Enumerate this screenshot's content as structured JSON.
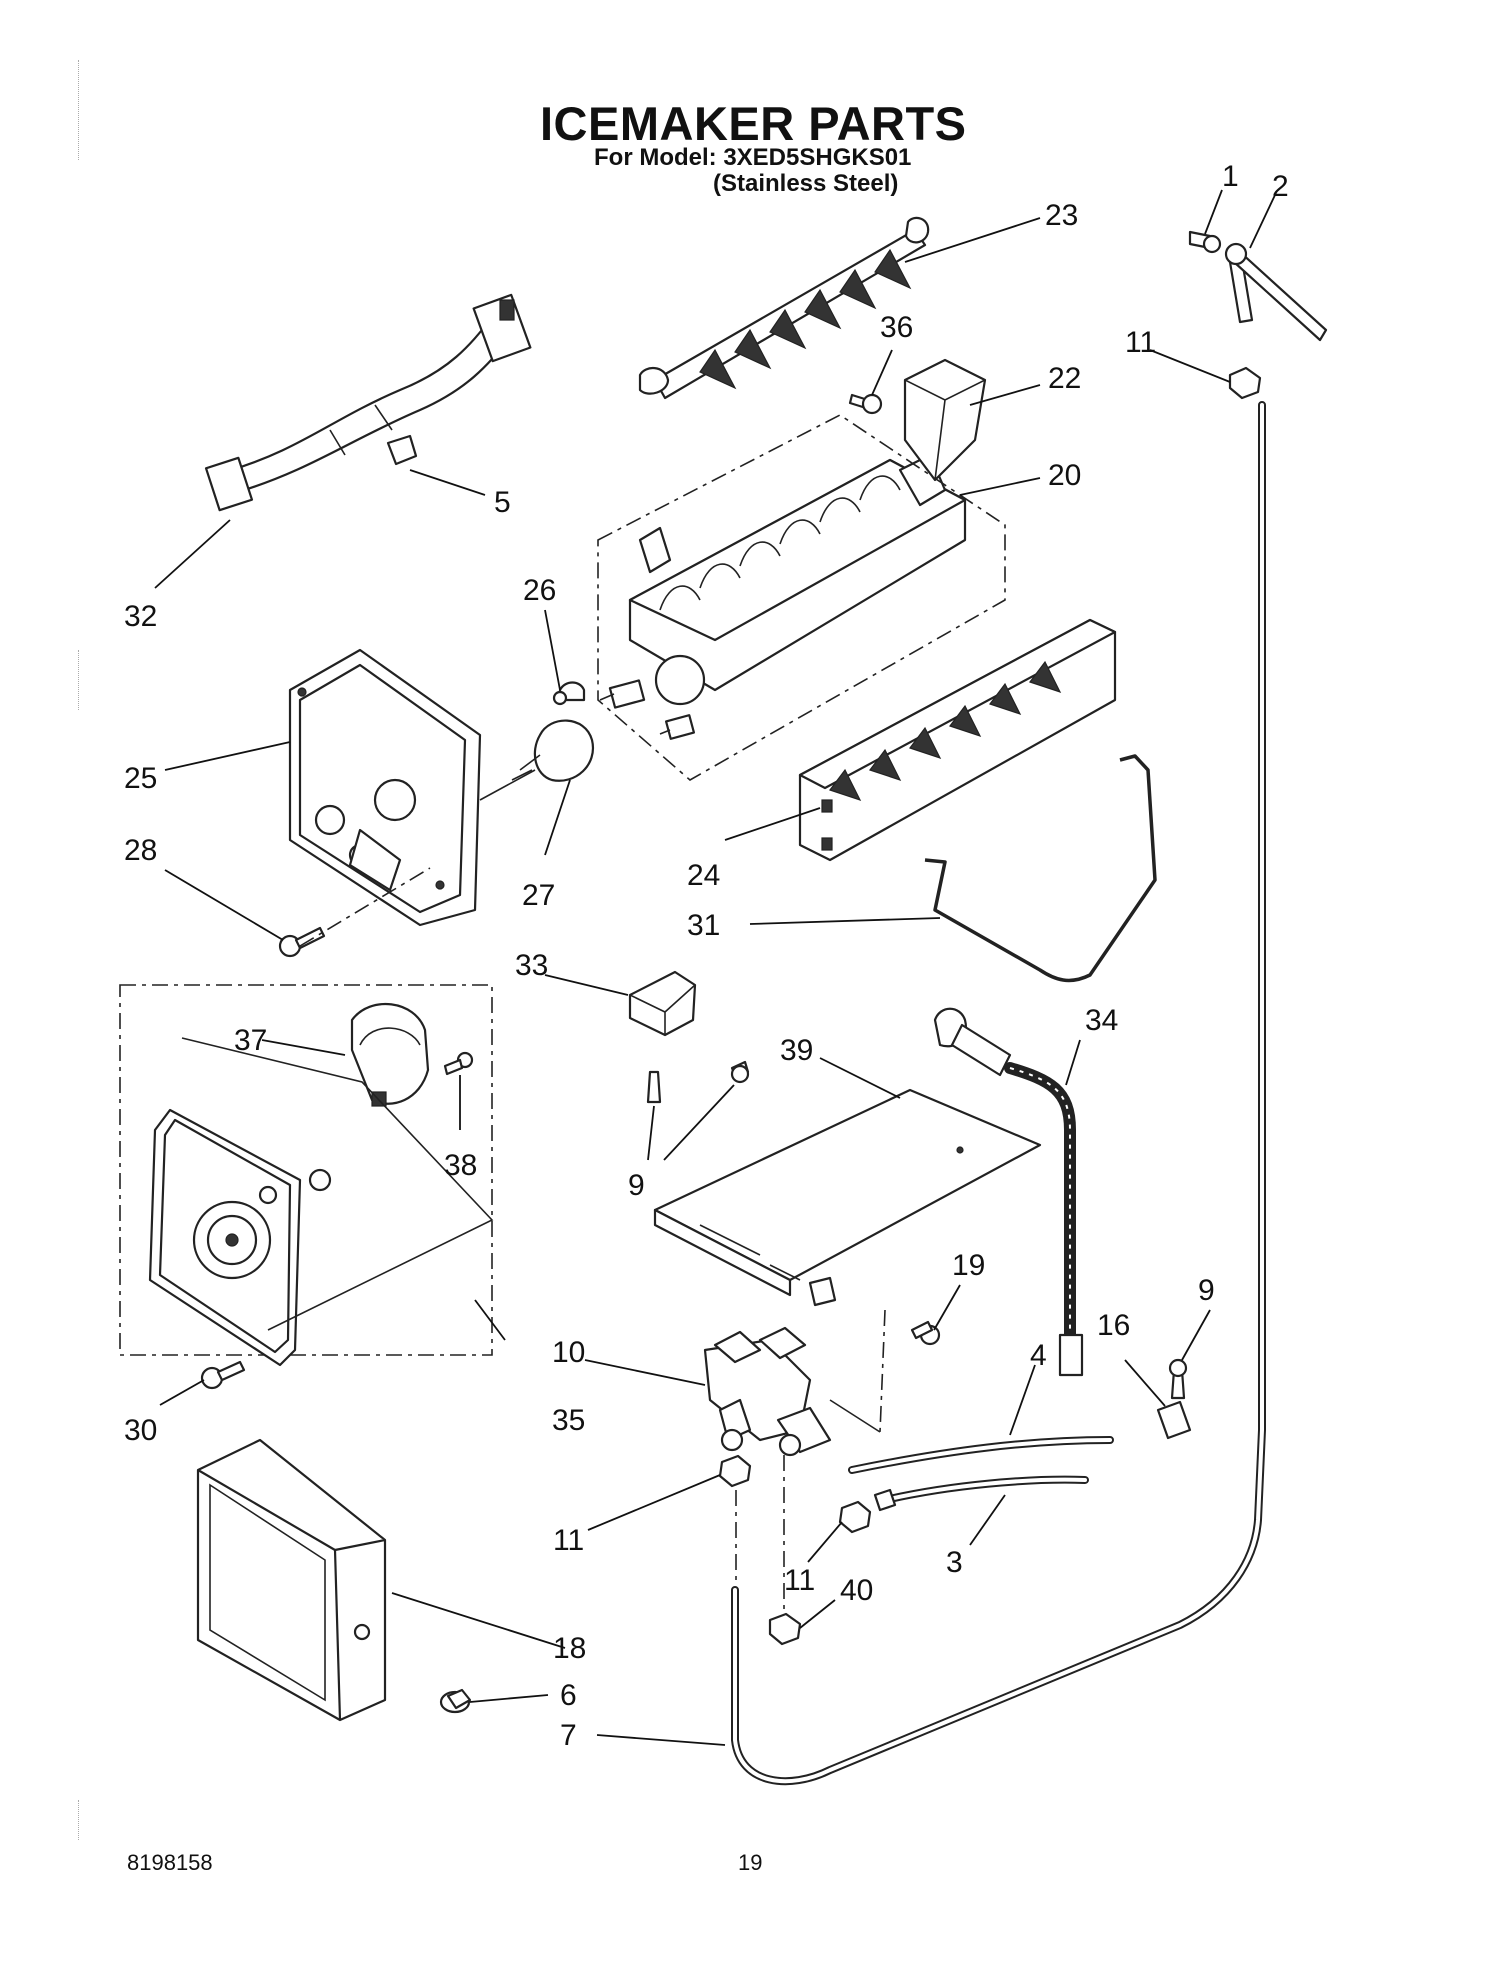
{
  "header": {
    "title": "ICEMAKER PARTS",
    "model_line": "For Model: 3XED5SHGKS01",
    "finish_line": "(Stainless Steel)"
  },
  "footer": {
    "doc_number": "8198158",
    "page_number": "19"
  },
  "callouts": [
    "1",
    "2",
    "23",
    "36",
    "22",
    "11",
    "5",
    "20",
    "32",
    "26",
    "25",
    "27",
    "28",
    "24",
    "31",
    "33",
    "37",
    "38",
    "34",
    "39",
    "9",
    "19",
    "30",
    "35",
    "10",
    "16",
    "4",
    "18",
    "11",
    "11",
    "40",
    "3",
    "6",
    "7",
    "9"
  ]
}
